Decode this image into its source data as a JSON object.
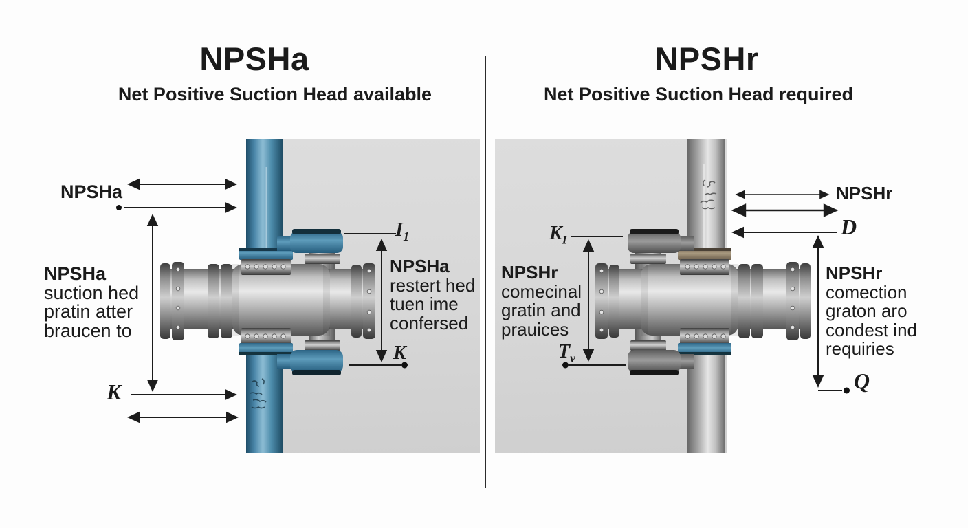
{
  "left": {
    "title": "NPSHa",
    "subtitle": "Net Positive Suction Head available",
    "arrow_label": "NPSHa",
    "bottom_label": "K",
    "inner_top_label": "I",
    "inner_top_sub": "1",
    "inner_bottom_label": "K",
    "outer_block": {
      "heading": "NPSHa",
      "lines": [
        "suction hed",
        "pratin atter",
        "braucen to"
      ]
    },
    "inner_block": {
      "heading": "NPSHa",
      "lines": [
        "restert hed",
        "tuen ime",
        "confersed"
      ]
    }
  },
  "right": {
    "title": "NPSHr",
    "subtitle": "Net Positive Suction Head required",
    "arrow_label": "NPSHr",
    "d_label": "D",
    "q_label": "Q",
    "inner_top_label": "K",
    "inner_top_sub": "I",
    "inner_bottom_label": "T",
    "inner_bottom_sub": "v",
    "inner_block": {
      "heading": "NPSHr",
      "lines": [
        "comecinal",
        "gratin and",
        "prauices"
      ]
    },
    "outer_block": {
      "heading": "NPSHr",
      "lines": [
        "comection",
        "graton aro",
        "condest ind",
        "requiries"
      ]
    }
  },
  "colors": {
    "divider": "#2b2b2b",
    "panel_gray": "#d6d6d6",
    "pipe_blue": "#4985a8",
    "pipe_steel": "#b5b5b5",
    "gasket_blue": "#3a7fa3",
    "gasket_tan": "#9a8a74",
    "annotation_line": "#1c1c1c"
  }
}
